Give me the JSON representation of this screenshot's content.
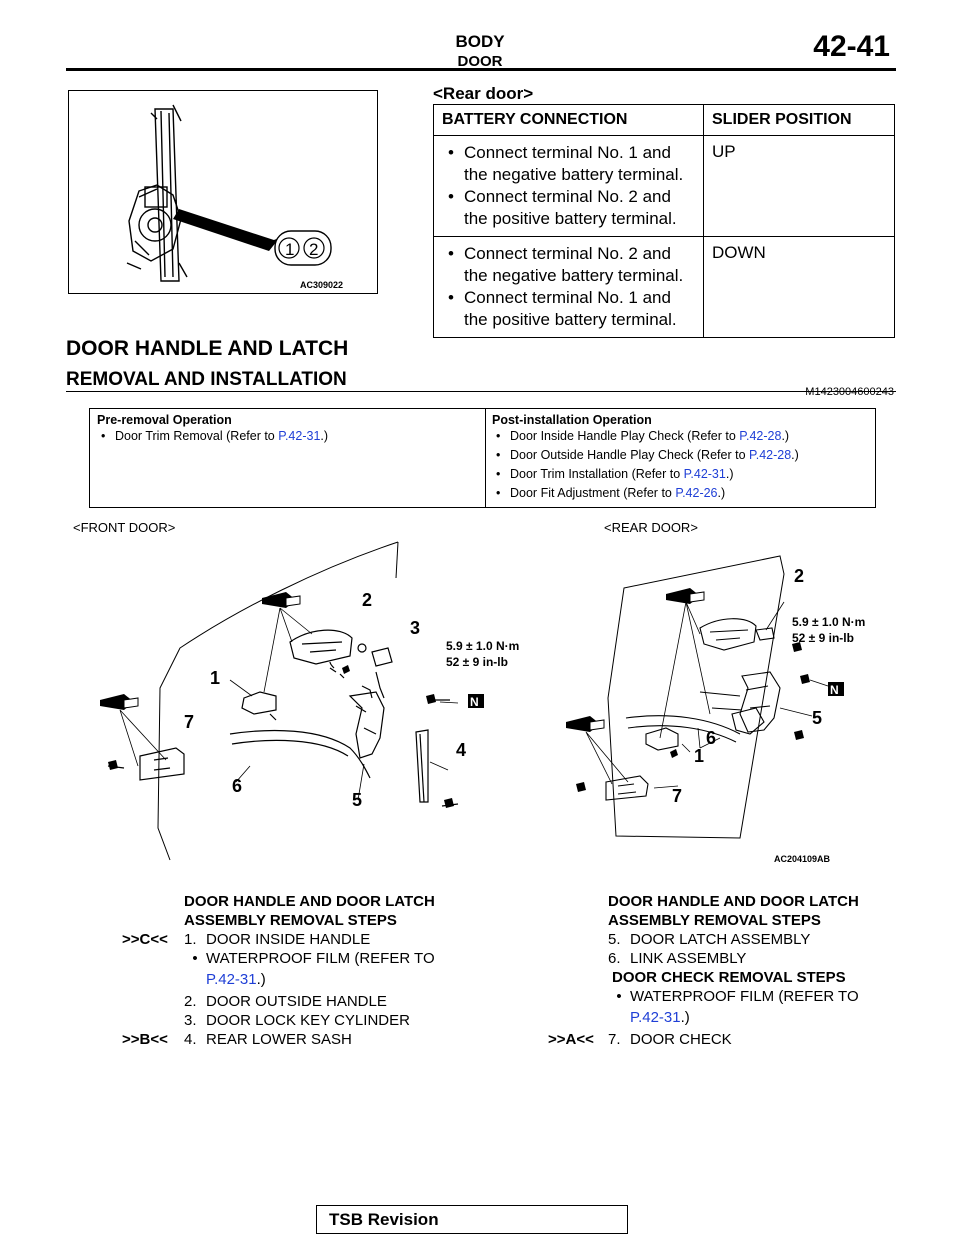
{
  "header": {
    "section": "BODY",
    "subsection": "DOOR",
    "page": "42-41"
  },
  "rear_fig": {
    "code": "AC309022",
    "terminals": [
      "1",
      "2"
    ]
  },
  "rear_door_table": {
    "caption": "<Rear door>",
    "headers": [
      "BATTERY CONNECTION",
      "SLIDER POSITION"
    ],
    "rows": [
      {
        "battery": [
          "Connect terminal No. 1 and the negative battery terminal.",
          "Connect terminal No. 2 and the positive battery terminal."
        ],
        "slider": "UP"
      },
      {
        "battery": [
          "Connect terminal No. 2 and the negative battery terminal.",
          "Connect terminal No. 1 and the positive battery terminal."
        ],
        "slider": "DOWN"
      }
    ]
  },
  "headings": {
    "h1": "DOOR HANDLE AND LATCH",
    "h2": "REMOVAL AND INSTALLATION",
    "code": "M1423004600243"
  },
  "pre_removal": {
    "title": "Pre-removal Operation",
    "items": [
      {
        "text": "Door Trim Removal (Refer to ",
        "ref": "P.42-31",
        "tail": ".)"
      }
    ]
  },
  "post_installation": {
    "title": "Post-installation Operation",
    "items": [
      {
        "text": "Door Inside Handle Play Check (Refer to ",
        "ref": "P.42-28",
        "tail": ".)"
      },
      {
        "text": "Door Outside Handle Play Check (Refer to ",
        "ref": "P.42-28",
        "tail": ".)"
      },
      {
        "text": "Door Trim Installation (Refer to ",
        "ref": "P.42-31",
        "tail": ".)"
      },
      {
        "text": "Door Fit Adjustment (Refer to ",
        "ref": "P.42-26",
        "tail": ".)"
      }
    ]
  },
  "diagram": {
    "front_label": "<FRONT DOOR>",
    "rear_label": "<REAR DOOR>",
    "torque_line1": "5.9 ± 1.0 N·m",
    "torque_line2": "52 ± 9 in-lb",
    "n_mark": "N",
    "code": "AC204109AB",
    "callouts": [
      "1",
      "2",
      "3",
      "4",
      "5",
      "6",
      "7"
    ]
  },
  "steps_left": {
    "title_1": "DOOR HANDLE AND DOOR LATCH",
    "title_2": "ASSEMBLY REMOVAL STEPS",
    "rows": [
      {
        "marker": ">>C<<",
        "num": "1.",
        "text": "DOOR INSIDE HANDLE"
      },
      {
        "marker": "",
        "num": "•",
        "text": "WATERPROOF FILM (REFER TO",
        "ref": "P.42-31",
        "tail": ".)"
      },
      {
        "marker": "",
        "num": "2.",
        "text": "DOOR OUTSIDE HANDLE"
      },
      {
        "marker": "",
        "num": "3.",
        "text": "DOOR LOCK KEY CYLINDER"
      },
      {
        "marker": ">>B<<",
        "num": "4.",
        "text": "REAR LOWER SASH"
      }
    ]
  },
  "steps_right": {
    "title_1": "DOOR HANDLE AND DOOR LATCH",
    "title_2": "ASSEMBLY REMOVAL STEPS",
    "rows": [
      {
        "marker": "",
        "num": "5.",
        "text": "DOOR LATCH ASSEMBLY"
      },
      {
        "marker": "",
        "num": "6.",
        "text": "LINK ASSEMBLY"
      }
    ],
    "title_3": "DOOR CHECK REMOVAL STEPS",
    "rows2": [
      {
        "marker": "",
        "num": "•",
        "text": "WATERPROOF FILM (REFER TO",
        "ref": "P.42-31",
        "tail": ".)"
      },
      {
        "marker": ">>A<<",
        "num": "7.",
        "text": "DOOR CHECK"
      }
    ]
  },
  "footer": {
    "label": "TSB Revision"
  }
}
